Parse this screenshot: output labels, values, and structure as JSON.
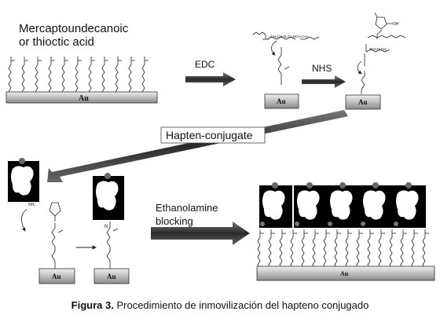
{
  "labels": {
    "acid": [
      "Mercaptoundecanoic",
      "or thioctic acid"
    ],
    "edc": "EDC",
    "nhs": "NHS",
    "hapten": "Hapten-conjugate",
    "ethanol": [
      "Ethanolamine",
      "blocking"
    ],
    "gold": "Au"
  },
  "caption": {
    "label": "Figura 3.",
    "text": "Procedimiento de inmovilización del hapteno conjugado"
  },
  "colors": {
    "gold_top": "#efefef",
    "gold_bottom": "#8c8c8c",
    "arrow": "#3a3a3a",
    "protein_bg": "#000000"
  }
}
